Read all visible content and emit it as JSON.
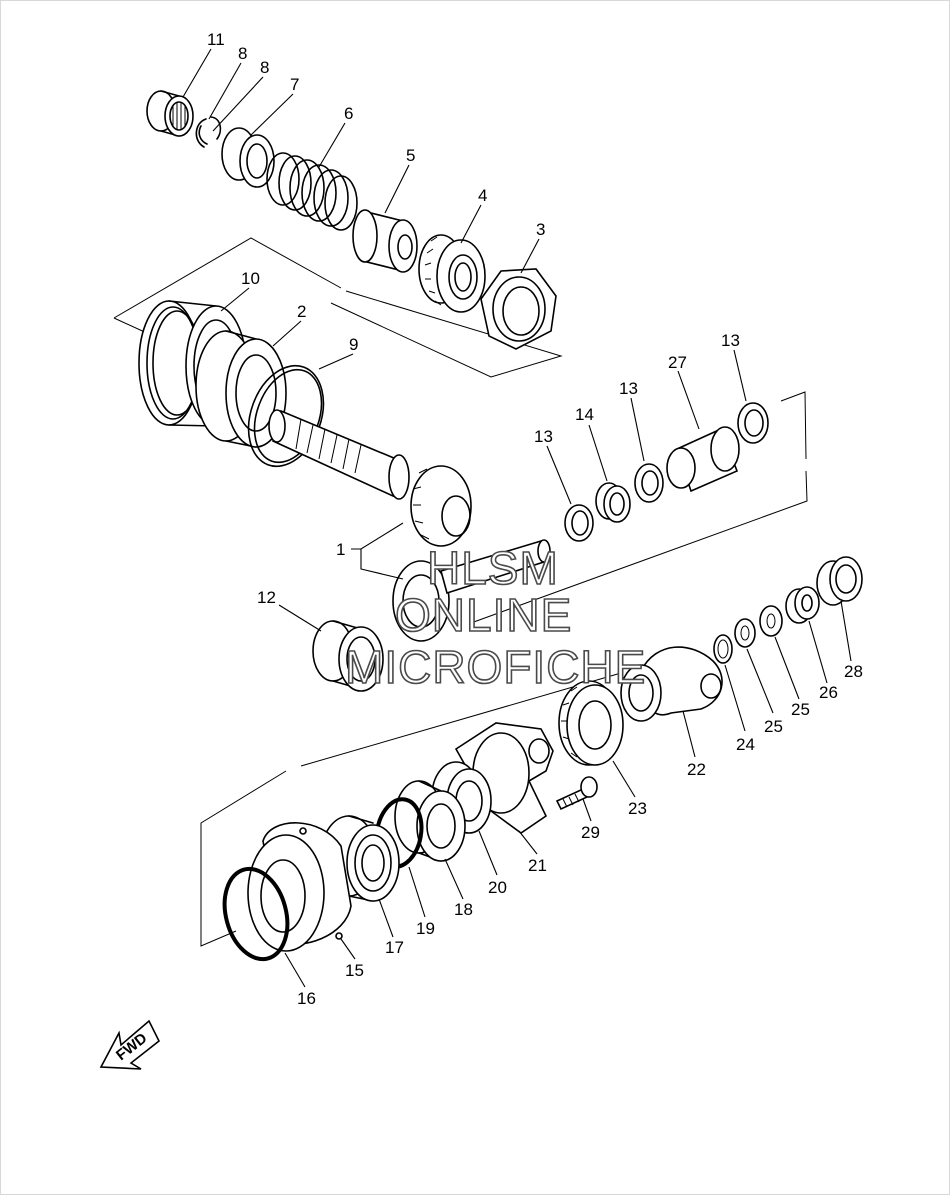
{
  "callouts": [
    {
      "id": "11",
      "label": "11"
    },
    {
      "id": "8a",
      "label": "8"
    },
    {
      "id": "8b",
      "label": "8"
    },
    {
      "id": "7",
      "label": "7"
    },
    {
      "id": "6",
      "label": "6"
    },
    {
      "id": "5",
      "label": "5"
    },
    {
      "id": "4",
      "label": "4"
    },
    {
      "id": "3",
      "label": "3"
    },
    {
      "id": "10",
      "label": "10"
    },
    {
      "id": "2",
      "label": "2"
    },
    {
      "id": "9",
      "label": "9"
    },
    {
      "id": "27",
      "label": "27"
    },
    {
      "id": "13a",
      "label": "13"
    },
    {
      "id": "13b",
      "label": "13"
    },
    {
      "id": "14",
      "label": "14"
    },
    {
      "id": "13c",
      "label": "13"
    },
    {
      "id": "1",
      "label": "1"
    },
    {
      "id": "12",
      "label": "12"
    },
    {
      "id": "28",
      "label": "28"
    },
    {
      "id": "26",
      "label": "26"
    },
    {
      "id": "25a",
      "label": "25"
    },
    {
      "id": "25b",
      "label": "25"
    },
    {
      "id": "24",
      "label": "24"
    },
    {
      "id": "22",
      "label": "22"
    },
    {
      "id": "23",
      "label": "23"
    },
    {
      "id": "29",
      "label": "29"
    },
    {
      "id": "21",
      "label": "21"
    },
    {
      "id": "20",
      "label": "20"
    },
    {
      "id": "18",
      "label": "18"
    },
    {
      "id": "19",
      "label": "19"
    },
    {
      "id": "17",
      "label": "17"
    },
    {
      "id": "15",
      "label": "15"
    },
    {
      "id": "16",
      "label": "16"
    }
  ],
  "watermark": {
    "line1": "HLSM",
    "line2": "ONLINE",
    "line3": "MICROFICHE"
  },
  "fwd": {
    "label": "FWD",
    "icon": "fwd-arrow-icon"
  }
}
